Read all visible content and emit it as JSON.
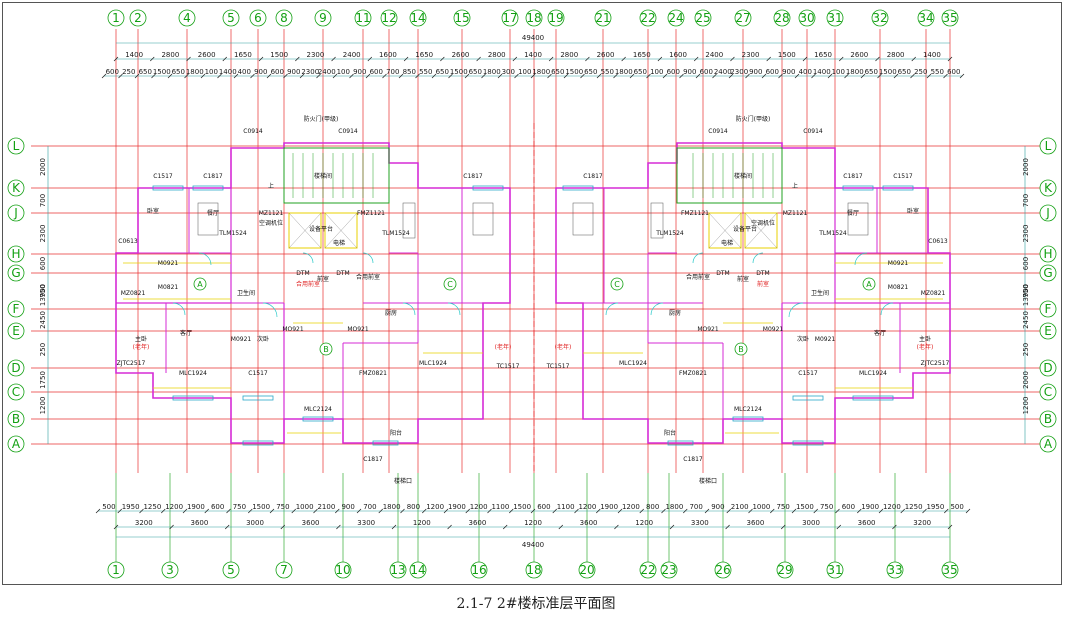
{
  "caption": "2.1-7 2#楼标准层平面图",
  "colors": {
    "axis_line": "#e83030",
    "axis_bubble": "#12a012",
    "dimension": "#1a1a1a",
    "dimension_line": "#30a0a0",
    "wall": "#d62bd6",
    "window": "#2aa7c9",
    "door": "#28c8c8",
    "yellow_line": "#e8d000",
    "label_red": "#e02020",
    "frame": "#555555"
  },
  "top_axes": [
    "1",
    "2",
    "4",
    "5",
    "6",
    "8",
    "9",
    "11",
    "12",
    "14",
    "15",
    "17",
    "18",
    "19",
    "21",
    "22",
    "24",
    "25",
    "27",
    "28",
    "30",
    "31",
    "32",
    "34",
    "35"
  ],
  "bottom_axes": [
    "1",
    "3",
    "5",
    "7",
    "10",
    "13",
    "14",
    "16",
    "18",
    "20",
    "22",
    "23",
    "26",
    "29",
    "31",
    "33",
    "35"
  ],
  "row_axes": [
    "L",
    "K",
    "J",
    "H",
    "G",
    "F",
    "E",
    "D",
    "C",
    "B",
    "A"
  ],
  "total_dimension": "49400",
  "top_dim_row1": [
    "1400",
    "2800",
    "2600",
    "1650",
    "1500",
    "2300",
    "2400",
    "1600",
    "1650",
    "2600",
    "2800",
    "1400",
    "2800",
    "2600",
    "1650",
    "1600",
    "2400",
    "2300",
    "1500",
    "1650",
    "2600",
    "2800",
    "1400"
  ],
  "top_dim_row2": [
    "600",
    "250",
    "650",
    "1500",
    "650",
    "1800",
    "100",
    "1400",
    "400",
    "900",
    "600",
    "900",
    "2300",
    "2400",
    "100",
    "900",
    "600",
    "700",
    "850",
    "550",
    "650",
    "1500",
    "650",
    "1800",
    "300",
    "100",
    "1800",
    "650",
    "1500",
    "650",
    "550",
    "1800",
    "650",
    "100",
    "600",
    "900",
    "600",
    "2400",
    "2300",
    "900",
    "600",
    "900",
    "400",
    "1400",
    "100",
    "1800",
    "650",
    "1500",
    "650",
    "250",
    "550",
    "600"
  ],
  "bottom_dim_row1": [
    "500",
    "1950",
    "1250",
    "1200",
    "1900",
    "600",
    "750",
    "1500",
    "750",
    "1000",
    "2100",
    "900",
    "700",
    "1800",
    "800",
    "1200",
    "1900",
    "1200",
    "1100",
    "1500",
    "600",
    "1100",
    "1200",
    "1900",
    "1200",
    "800",
    "1800",
    "700",
    "900",
    "2100",
    "1000",
    "750",
    "1500",
    "750",
    "600",
    "1900",
    "1200",
    "1250",
    "1950",
    "500"
  ],
  "bottom_dim_row2": [
    "3200",
    "3600",
    "3000",
    "3600",
    "3300",
    "1200",
    "3600",
    "1200",
    "3600",
    "1200",
    "3300",
    "3600",
    "3000",
    "3600",
    "3200"
  ],
  "left_dims": [
    "2000",
    "700",
    "2300",
    "600",
    "13900",
    "750",
    "2450",
    "250",
    "1750",
    "1200"
  ],
  "right_dims": [
    "2000",
    "700",
    "2300",
    "600",
    "13900",
    "750",
    "2450",
    "250",
    "2000",
    "1200"
  ],
  "unit_labels": [
    "A",
    "B",
    "C",
    "C",
    "B",
    "A"
  ],
  "left_half_labels": [
    "C1517",
    "C1817",
    "C0914",
    "C0914",
    "MZ1121",
    "FMZ1121",
    "DTM",
    "DTM",
    "MO921",
    "MO921",
    "C0613",
    "M0921",
    "M0821",
    "MZ0821",
    "ZJTC2517",
    "MLC1924",
    "C1517",
    "M0921",
    "FMZ0821",
    "MLC2124",
    "C1817",
    "TLM1524",
    "TLM1524",
    "MLC1924",
    "TC1517",
    "C1817",
    "卧室",
    "客厅",
    "厨房",
    "卫生间",
    "餐厅",
    "主卧",
    "次卧",
    "阳台",
    "前室",
    "合用前室",
    "电梯",
    "设备平台",
    "楼梯间",
    "上"
  ],
  "right_half_labels": [
    "C1517",
    "C1817",
    "C0914",
    "C0914",
    "MZ1121",
    "FMZ1121",
    "DTM",
    "DTM",
    "M0921",
    "MO921",
    "C0613",
    "M0921",
    "M0821",
    "MZ0821",
    "ZJTC2517",
    "MLC1924",
    "C1517",
    "M0921",
    "FMZ0821",
    "MLC2124",
    "C1817",
    "TLM1524",
    "TLM1524",
    "MLC1924",
    "TC1517",
    "C1817",
    "卧室",
    "客厅",
    "厨房",
    "卫生间",
    "餐厅",
    "主卧",
    "次卧",
    "阳台",
    "前室",
    "合用前室",
    "电梯",
    "设备平台",
    "楼梯间",
    "上"
  ],
  "red_labels": [
    "合用前室",
    "前室",
    "(老年)",
    "(老年)",
    "(老年)",
    "(老年)"
  ],
  "notes": [
    "空调机位",
    "空调机位",
    "防火门(甲级)",
    "防火门(甲级)",
    "楼梯口",
    "楼梯口"
  ]
}
